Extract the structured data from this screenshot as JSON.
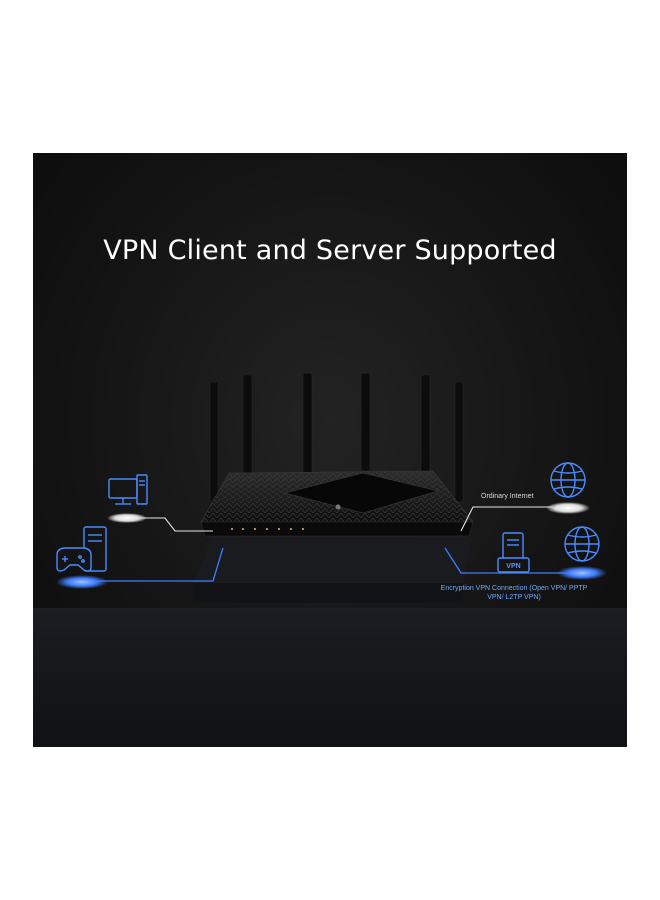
{
  "headline": "VPN Client and Server Supported",
  "labels": {
    "ordinary_internet": "Ordinary Internet",
    "vpn_badge": "VPN",
    "encryption": "Encryption VPN Connection (Open VPN/ PPTP VPN/ L2TP VPN)"
  },
  "colors": {
    "background": "#141414",
    "accent_blue": "#3f7dff",
    "line_white": "#e6e6e6"
  }
}
